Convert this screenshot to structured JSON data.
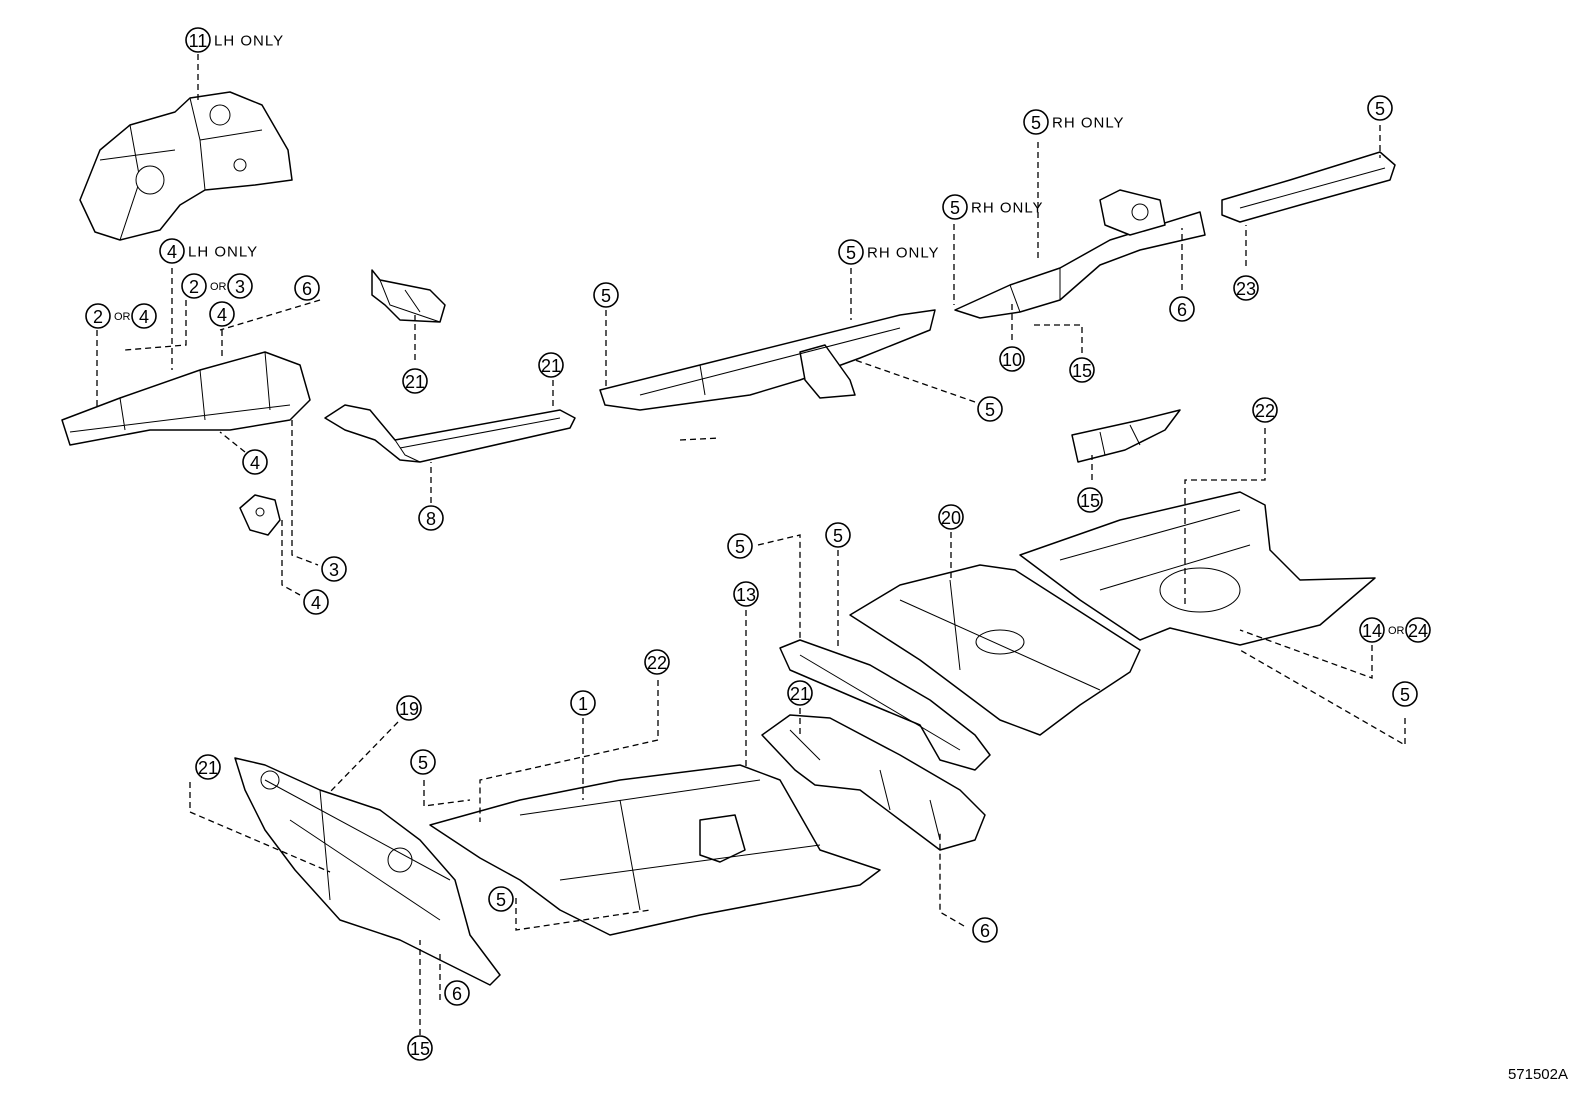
{
  "notes": {
    "lh_only": "LH ONLY",
    "rh_only": "RH ONLY",
    "or": "OR"
  },
  "figure_code": "571502A",
  "callouts": [
    {
      "id": "c11",
      "num": "11",
      "note": "LH ONLY"
    },
    {
      "id": "c4lh",
      "num": "4",
      "note": "LH ONLY"
    },
    {
      "id": "c2or3",
      "num": "2",
      "or": "OR",
      "num2": "3"
    },
    {
      "id": "c2or4",
      "num": "2",
      "or": "OR",
      "num2": "4"
    },
    {
      "id": "c4a",
      "num": "4"
    },
    {
      "id": "c6a",
      "num": "6"
    },
    {
      "id": "c4b",
      "num": "4"
    },
    {
      "id": "c3",
      "num": "3"
    },
    {
      "id": "c4c",
      "num": "4"
    },
    {
      "id": "c21a",
      "num": "21"
    },
    {
      "id": "c21b",
      "num": "21"
    },
    {
      "id": "c8",
      "num": "8"
    },
    {
      "id": "c5a",
      "num": "5"
    },
    {
      "id": "c5rh1",
      "num": "5",
      "note": "RH ONLY"
    },
    {
      "id": "c5b",
      "num": "5"
    },
    {
      "id": "c5rh2",
      "num": "5",
      "note": "RH ONLY"
    },
    {
      "id": "c5rh3",
      "num": "5",
      "note": "RH ONLY"
    },
    {
      "id": "c5c",
      "num": "5"
    },
    {
      "id": "c23",
      "num": "23"
    },
    {
      "id": "c6b",
      "num": "6"
    },
    {
      "id": "c10",
      "num": "10"
    },
    {
      "id": "c15a",
      "num": "15"
    },
    {
      "id": "c15b",
      "num": "15"
    },
    {
      "id": "c22a",
      "num": "22"
    },
    {
      "id": "c20",
      "num": "20"
    },
    {
      "id": "c5d",
      "num": "5"
    },
    {
      "id": "c5e",
      "num": "5"
    },
    {
      "id": "c13",
      "num": "13"
    },
    {
      "id": "c14or24",
      "num": "14",
      "or": "OR",
      "num2": "24"
    },
    {
      "id": "c5f",
      "num": "5"
    },
    {
      "id": "c22b",
      "num": "22"
    },
    {
      "id": "c1",
      "num": "1"
    },
    {
      "id": "c21c",
      "num": "21"
    },
    {
      "id": "c19",
      "num": "19"
    },
    {
      "id": "c21d",
      "num": "21"
    },
    {
      "id": "c5g",
      "num": "5"
    },
    {
      "id": "c5h",
      "num": "5"
    },
    {
      "id": "c6c",
      "num": "6"
    },
    {
      "id": "c6d",
      "num": "6"
    },
    {
      "id": "c15c",
      "num": "15"
    }
  ]
}
